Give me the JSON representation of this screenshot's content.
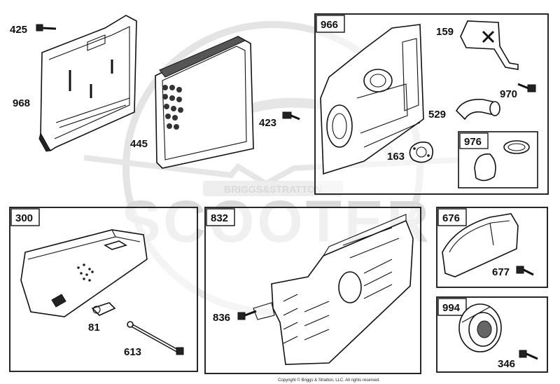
{
  "watermark": {
    "brand": "BRIGGS&STRATTON",
    "site": "SCOOTER"
  },
  "copyright": "Copyright © Briggs & Stratton, LLC. All rights reserved.",
  "boxes": {
    "b966": "966",
    "b976": "976",
    "b300": "300",
    "b832": "832",
    "b676": "676",
    "b994": "994"
  },
  "labels": {
    "l425": "425",
    "l968": "968",
    "l445": "445",
    "l423": "423",
    "l159": "159",
    "l970": "970",
    "l529": "529",
    "l163": "163",
    "l81": "81",
    "l613": "613",
    "l836": "836",
    "l677": "677",
    "l346": "346"
  }
}
